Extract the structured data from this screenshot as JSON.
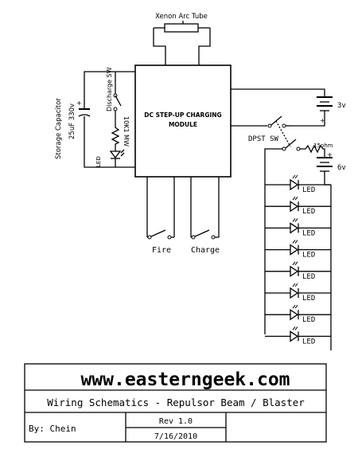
{
  "diagram": {
    "xenon_label": "Xenon Arc Tube",
    "discharge_sw_label": "Discharge SW",
    "capacitor_label": "Storage Capacitor",
    "capacitor_value": "25uF 330v",
    "resistor_label": "10K1 MW",
    "led_small_label": "LED",
    "module_line1": "DC STEP-UP CHARGING",
    "module_line2": "MODULE",
    "battery_3v_label": "3v",
    "dpst_label": "DPST SW",
    "resistor_15_label": "15ohm",
    "battery_6v_label": "6v",
    "fire_label": "Fire",
    "charge_label": "Charge",
    "led_labels": [
      "LED",
      "LED",
      "LED",
      "LED",
      "LED",
      "LED",
      "LED",
      "LED"
    ],
    "plus": "+",
    "minus": "-"
  },
  "title_block": {
    "website": "www.easterngeek.com",
    "title": "Wiring Schematics - Repulsor Beam / Blaster",
    "author": "By: Chein",
    "rev": "Rev 1.0",
    "date": "7/16/2010"
  }
}
